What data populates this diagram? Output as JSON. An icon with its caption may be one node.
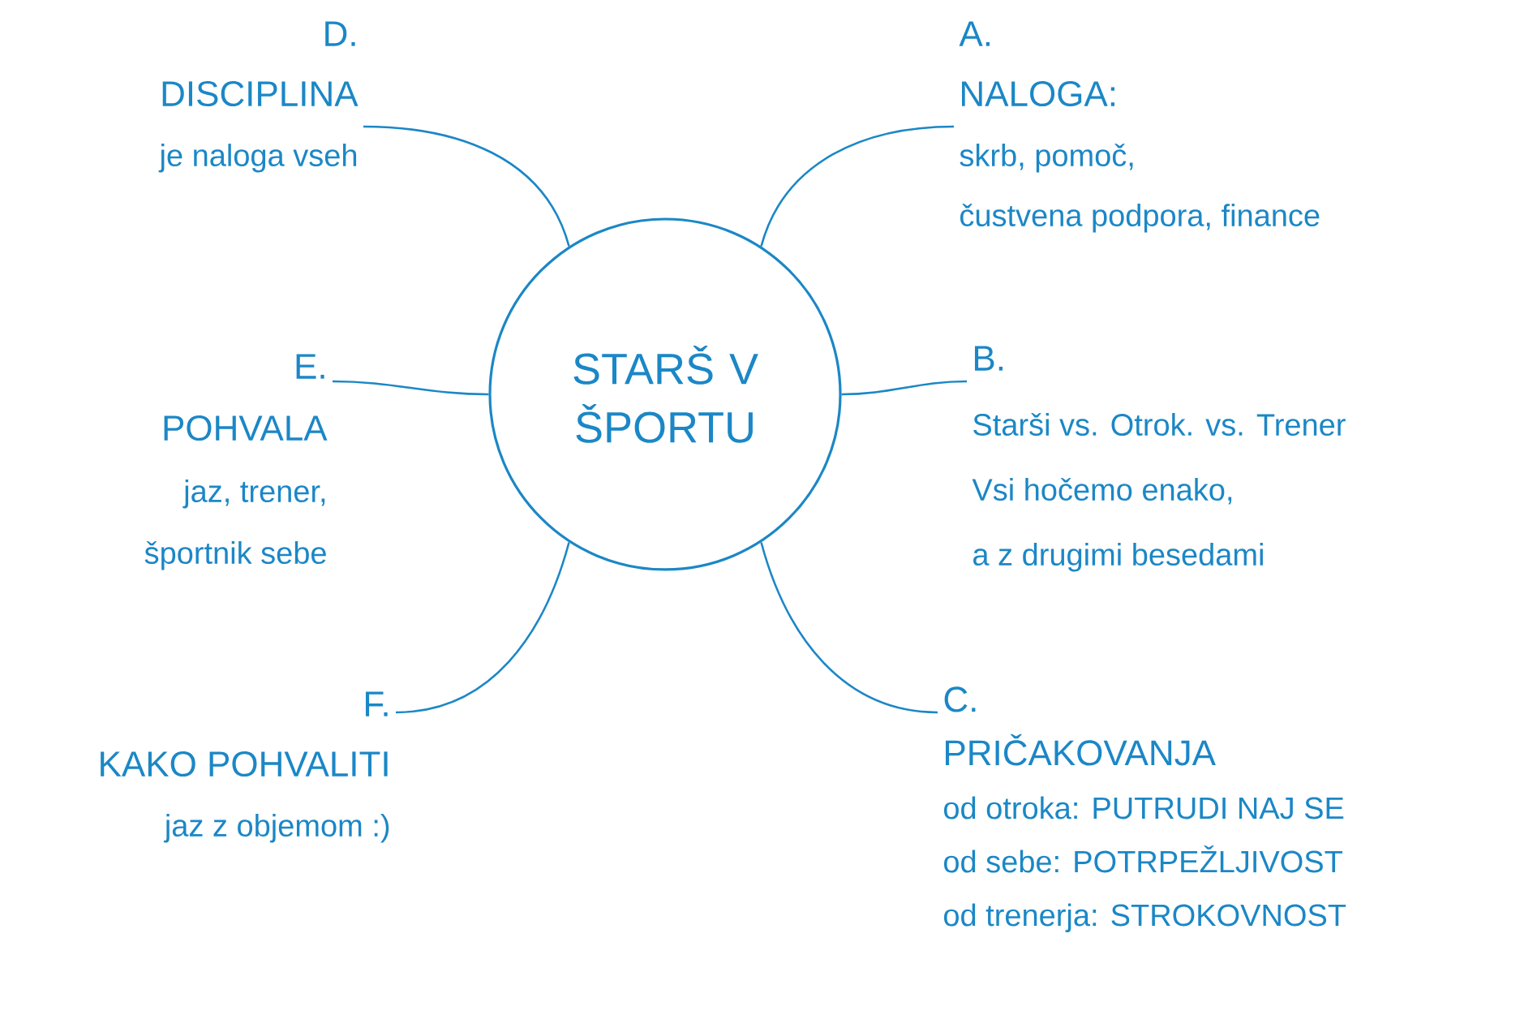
{
  "diagram": {
    "nodes": [
      {
        "text": [
          "STARŠ V ŠPORTU"
        ]
      },
      {
        "text": [
          "D.",
          "DISCIPLINA",
          "je naloga vseh"
        ]
      },
      {
        "text": [
          "A.",
          "NALOGA:",
          "skrb, pomoč,",
          "čustvena podpora, finance"
        ]
      },
      {
        "text": [
          "E.",
          "POHVALA",
          "jaz, trener,",
          "športnik sebe"
        ]
      },
      {
        "text": [
          "B.",
          "Starši vs. Otrok. vs. Trener",
          "Vsi hočemo enako,",
          "a z drugimi besedami"
        ]
      },
      {
        "text": [
          "F.",
          "KAKO POHVALITI",
          "jaz z objemom :)"
        ]
      },
      {
        "text": [
          "C.",
          "PRIČAKOVANJA",
          "od otroka: PUTRUDI NAJ SE",
          "od sebe: POTRPEŽLJIVOST",
          "od trenerja: STROKOVNOST"
        ]
      }
    ],
    "edges": [
      {
        "from": 0,
        "to": 1,
        "arrow": "none"
      },
      {
        "from": 0,
        "to": 2,
        "arrow": "none"
      },
      {
        "from": 0,
        "to": 3,
        "arrow": "none"
      },
      {
        "from": 0,
        "to": 4,
        "arrow": "none"
      },
      {
        "from": 0,
        "to": 5,
        "arrow": "none"
      },
      {
        "from": 0,
        "to": 6,
        "arrow": "none"
      }
    ]
  }
}
